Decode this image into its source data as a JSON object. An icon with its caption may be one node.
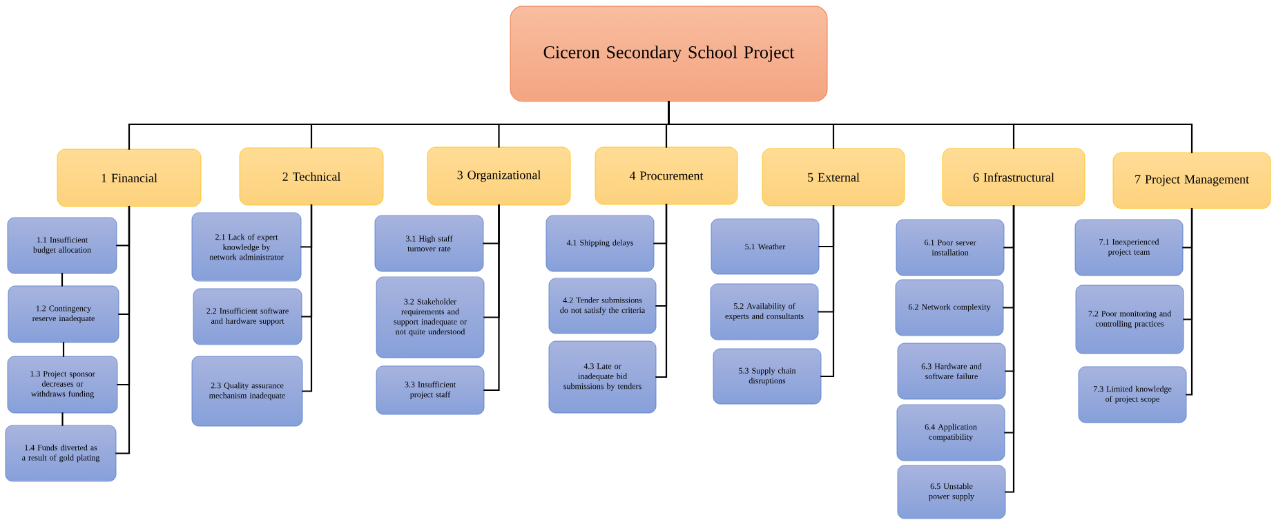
{
  "diagram": {
    "nodes": [
      {
        "text": [
          "Ciceron Secondary School Project"
        ]
      },
      {
        "text": [
          "1 Financial"
        ]
      },
      {
        "text": [
          "2 Technical"
        ]
      },
      {
        "text": [
          "3 Organizational"
        ]
      },
      {
        "text": [
          "4 Procurement"
        ]
      },
      {
        "text": [
          "5 External"
        ]
      },
      {
        "text": [
          "6 Infrastructural"
        ]
      },
      {
        "text": [
          "7 Project Management"
        ]
      },
      {
        "text": [
          "1.1 Insufficient budget allocation"
        ]
      },
      {
        "text": [
          "1.2 Contingency reserve inadequate"
        ]
      },
      {
        "text": [
          "1.3 Project sponsor decreases or withdraws funding"
        ]
      },
      {
        "text": [
          "1.4 Funds diverted as a result of gold plating"
        ]
      },
      {
        "text": [
          "2.1 Lack of expert knowledge by network administrator"
        ]
      },
      {
        "text": [
          "2.2 Insufficient software and hardware support"
        ]
      },
      {
        "text": [
          "2.3 Quality assurance mechanism inadequate"
        ]
      },
      {
        "text": [
          "3.1 High staff turnover rate"
        ]
      },
      {
        "text": [
          "3.2 Stakeholder requirements and support inadequate or not quite understood"
        ]
      },
      {
        "text": [
          "3.3 Insufficient project staff"
        ]
      },
      {
        "text": [
          "4.1 Shipping delays"
        ]
      },
      {
        "text": [
          "4.2 Tender submissions do not satisfy the criteria"
        ]
      },
      {
        "text": [
          "4.3 Late or inadequate bid submissions by tenders"
        ]
      },
      {
        "text": [
          "5.1 Weather"
        ]
      },
      {
        "text": [
          "5.2 Availability of experts and consultants"
        ]
      },
      {
        "text": [
          "5.3 Supply chain disruptions"
        ]
      },
      {
        "text": [
          "6.1 Poor server installation"
        ]
      },
      {
        "text": [
          "6.2 Network complexity"
        ]
      },
      {
        "text": [
          "6.3 Hardware and software failure"
        ]
      },
      {
        "text": [
          "6.4 Application compatibility"
        ]
      },
      {
        "text": [
          "6.5 Unstable power supply"
        ]
      },
      {
        "text": [
          "7.1 Inexperienced project team"
        ]
      },
      {
        "text": [
          "7.2 Poor monitoring and controlling practices"
        ]
      },
      {
        "text": [
          "7.3 Limited knowledge of project scope"
        ]
      }
    ],
    "edges": [
      {
        "from": 0,
        "to": 1,
        "arrow": "none"
      },
      {
        "from": 0,
        "to": 2,
        "arrow": "none"
      },
      {
        "from": 0,
        "to": 3,
        "arrow": "none"
      },
      {
        "from": 0,
        "to": 4,
        "arrow": "none"
      },
      {
        "from": 0,
        "to": 5,
        "arrow": "none"
      },
      {
        "from": 0,
        "to": 6,
        "arrow": "none"
      },
      {
        "from": 0,
        "to": 7,
        "arrow": "none"
      },
      {
        "from": 1,
        "to": 8,
        "arrow": "none"
      },
      {
        "from": 1,
        "to": 9,
        "arrow": "none"
      },
      {
        "from": 1,
        "to": 10,
        "arrow": "none"
      },
      {
        "from": 1,
        "to": 11,
        "arrow": "none"
      },
      {
        "from": 8,
        "to": 9,
        "arrow": "none"
      },
      {
        "from": 9,
        "to": 10,
        "arrow": "none"
      },
      {
        "from": 10,
        "to": 11,
        "arrow": "none"
      },
      {
        "from": 2,
        "to": 12,
        "arrow": "none"
      },
      {
        "from": 2,
        "to": 13,
        "arrow": "none"
      },
      {
        "from": 2,
        "to": 14,
        "arrow": "none"
      },
      {
        "from": 3,
        "to": 15,
        "arrow": "none"
      },
      {
        "from": 3,
        "to": 16,
        "arrow": "none"
      },
      {
        "from": 3,
        "to": 17,
        "arrow": "none"
      },
      {
        "from": 4,
        "to": 18,
        "arrow": "none"
      },
      {
        "from": 4,
        "to": 19,
        "arrow": "none"
      },
      {
        "from": 4,
        "to": 20,
        "arrow": "none"
      },
      {
        "from": 5,
        "to": 21,
        "arrow": "none"
      },
      {
        "from": 5,
        "to": 22,
        "arrow": "none"
      },
      {
        "from": 5,
        "to": 23,
        "arrow": "none"
      },
      {
        "from": 6,
        "to": 24,
        "arrow": "none"
      },
      {
        "from": 6,
        "to": 25,
        "arrow": "none"
      },
      {
        "from": 6,
        "to": 26,
        "arrow": "none"
      },
      {
        "from": 6,
        "to": 27,
        "arrow": "none"
      },
      {
        "from": 6,
        "to": 28,
        "arrow": "none"
      },
      {
        "from": 7,
        "to": 29,
        "arrow": "none"
      },
      {
        "from": 7,
        "to": 30,
        "arrow": "none"
      },
      {
        "from": 7,
        "to": 31,
        "arrow": "none"
      }
    ]
  }
}
